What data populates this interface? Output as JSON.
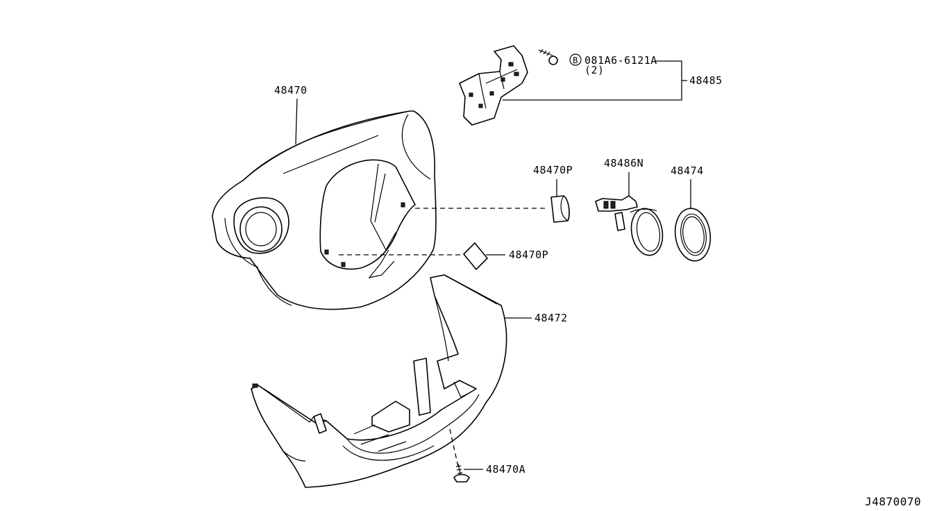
{
  "labels": {
    "upper_cover": "48470",
    "bracket_assembly": "48485",
    "bolt_spec": "081A6-6121A",
    "bolt_qty": "(2)",
    "bolt_marker": "B",
    "plug_upper": "48470P",
    "plug_lower": "48470P",
    "switch": "48486N",
    "ring": "48474",
    "lower_cover": "48472",
    "screw": "48470A",
    "diagram_code": "J4870070"
  }
}
